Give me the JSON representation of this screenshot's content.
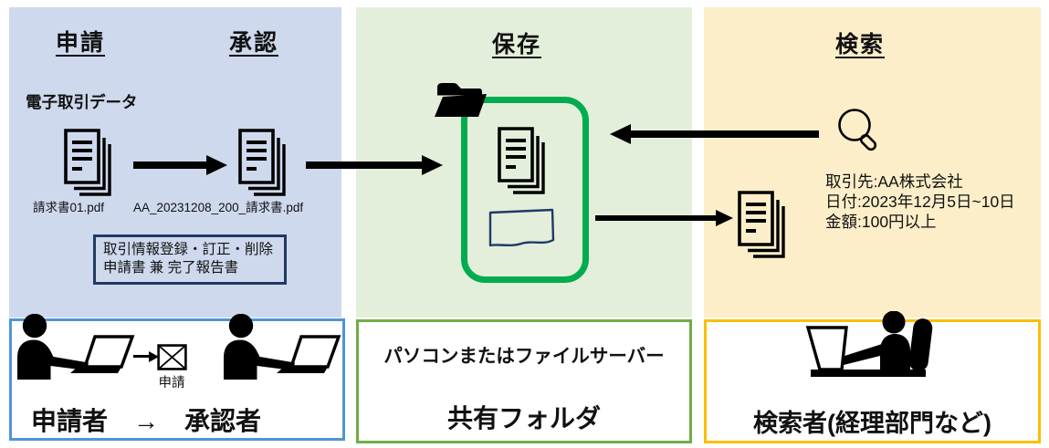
{
  "colors": {
    "panel_blue_bg": "#CED9ED",
    "panel_green_bg": "#E3EFDB",
    "panel_yellow_bg": "#FCEEC9",
    "box_blue_border": "#4E95D6",
    "box_green_border": "#70AD47",
    "box_gold_border": "#FABF00",
    "folder_outline_green": "#00AC4F",
    "navy": "#203A64"
  },
  "left_panel": {
    "title_apply": "申請",
    "title_approve": "承認",
    "data_label": "電子取引データ",
    "file_before": "請求書01.pdf",
    "file_after": "AA_20231208_200_請求書.pdf",
    "note_line1": "取引情報登録・訂正・削除",
    "note_line2": "申請書 兼 完了報告書",
    "mail_label": "申請",
    "actors_label": "申請者　→　承認者"
  },
  "middle_panel": {
    "title": "保存",
    "storage_line1": "パソコンまたはファイルサーバー",
    "storage_line2": "共有フォルダ"
  },
  "right_panel": {
    "title": "検索",
    "search_criteria": {
      "line1": "取引先:AA株式会社",
      "line2": "日付:2023年12月5日~10日",
      "line3": "金額:100円以上"
    },
    "actor_label": "検索者(経理部門など)"
  },
  "icons": {
    "document_stack": "🗐 stacked document pages",
    "open_folder": "📂 black open folder",
    "magnifier": "🔍 search magnifying glass",
    "envelope": "✉ mail with X flap",
    "person_at_laptop": "👤 person working on laptop",
    "person_in_chair": "👤 seated searcher with laptop",
    "wavy_form": "📄 navy form with wavy bottom"
  }
}
